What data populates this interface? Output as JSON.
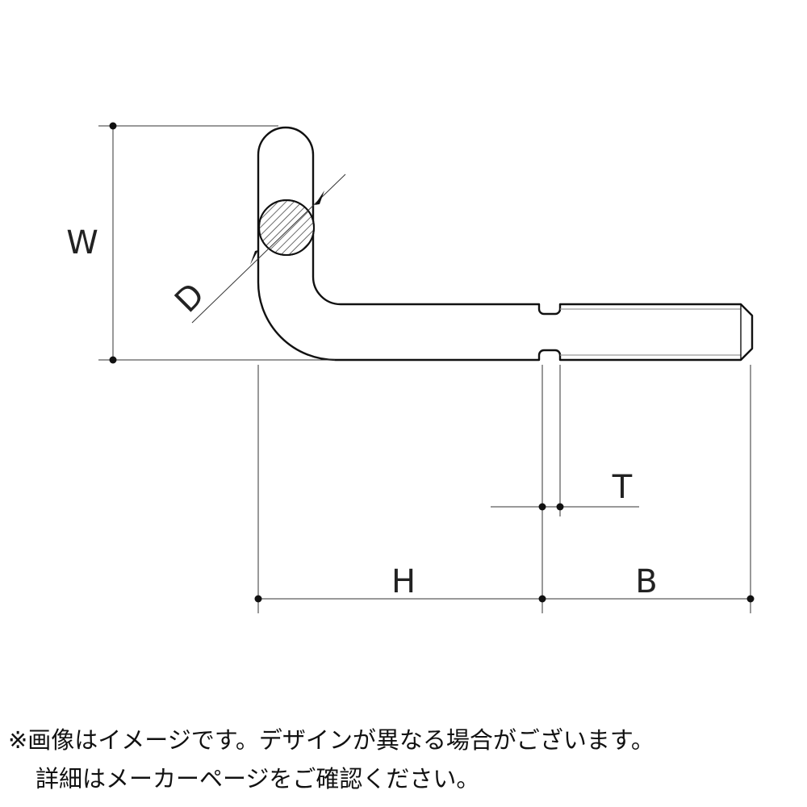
{
  "diagram": {
    "labels": {
      "w": "W",
      "d": "D",
      "t": "T",
      "h": "H",
      "b": "B"
    }
  },
  "note": {
    "line1": "※画像はイメージです。デザインが異なる場合がございます。",
    "line2": "詳細はメーカーページをご確認ください。"
  }
}
